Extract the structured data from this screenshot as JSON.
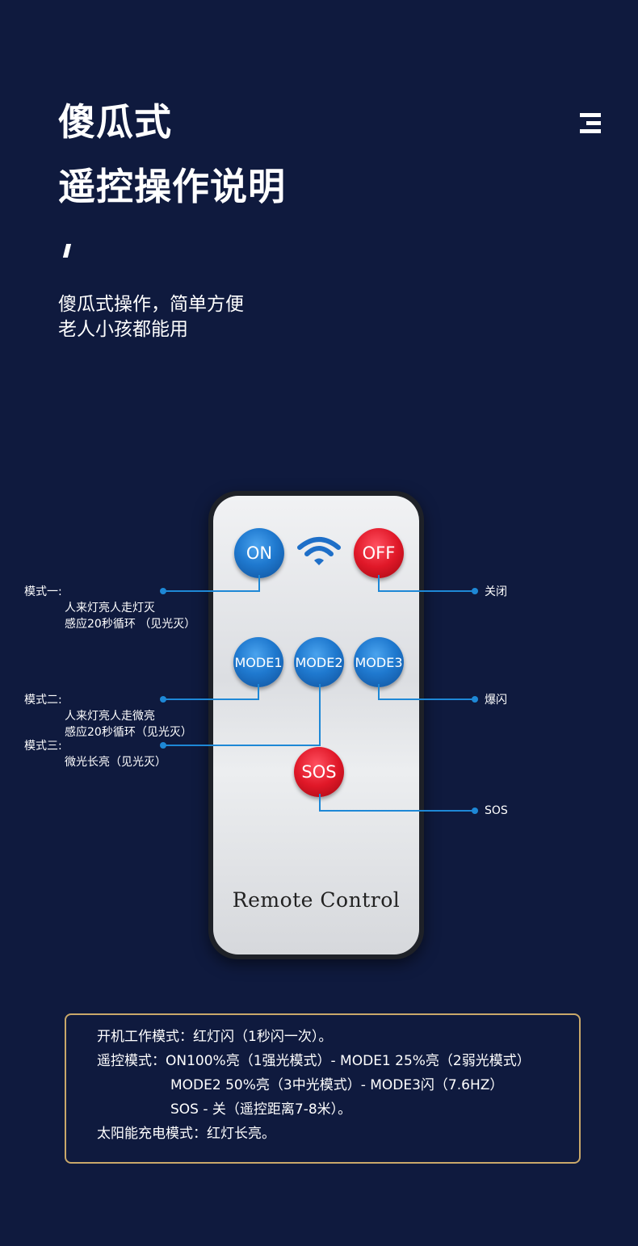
{
  "header": {
    "title_line1": "傻瓜式",
    "title_line2": "遥控操作说明",
    "subtitle_line1": "傻瓜式操作，简单方便",
    "subtitle_line2": "老人小孩都能用"
  },
  "remote": {
    "buttons": {
      "on": "ON",
      "off": "OFF",
      "mode1": "MODE1",
      "mode2": "MODE2",
      "mode3": "MODE3",
      "sos": "SOS"
    },
    "label": "Remote Control"
  },
  "annotations": {
    "mode1_title": "模式一:",
    "mode1_line1": "人来灯亮人走灯灭",
    "mode1_line2": "感应20秒循环 （见光灭）",
    "mode2_title": "模式二:",
    "mode2_line1": "人来灯亮人走微亮",
    "mode2_line2": "感应20秒循环（见光灭）",
    "mode3_title": "模式三:",
    "mode3_line1": "微光长亮（见光灭）",
    "off_label": "关闭",
    "mode3_label": "爆闪",
    "sos_label": "SOS"
  },
  "info": {
    "line1": "开机工作模式：红灯闪（1秒闪一次）。",
    "line2": "遥控模式：ON100%亮（1强光模式）- MODE1  25%亮（2弱光模式）",
    "line3": "MODE2  50%亮（3中光模式）- MODE3闪（7.6HZ）",
    "line4": "SOS - 关（遥控距离7-8米）。",
    "line5": "太阳能充电模式：红灯长亮。"
  },
  "colors": {
    "background": "#0f1a3e",
    "line_blue": "#1e88d6",
    "button_blue": "#1f79cf",
    "button_red": "#e01828",
    "box_border": "#c9a86a"
  }
}
